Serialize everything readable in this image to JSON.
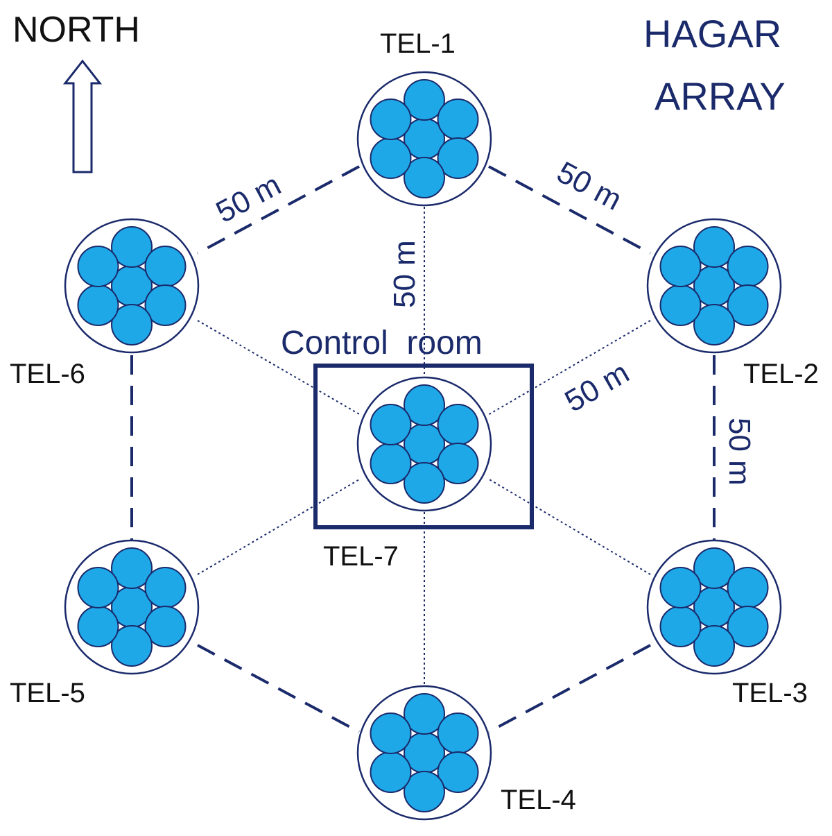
{
  "title": {
    "line1": "HAGAR",
    "line2": "ARRAY"
  },
  "north": {
    "label": "NORTH"
  },
  "control_room": {
    "label": "Control  room"
  },
  "telescopes": [
    {
      "id": "tel-1",
      "label": "TEL-1"
    },
    {
      "id": "tel-2",
      "label": "TEL-2"
    },
    {
      "id": "tel-3",
      "label": "TEL-3"
    },
    {
      "id": "tel-4",
      "label": "TEL-4"
    },
    {
      "id": "tel-5",
      "label": "TEL-5"
    },
    {
      "id": "tel-6",
      "label": "TEL-6"
    },
    {
      "id": "tel-7",
      "label": "TEL-7"
    }
  ],
  "distances": {
    "tel1_tel6": "50 m",
    "tel1_tel2": "50 m",
    "tel1_tel7": "50 m",
    "tel2_tel7": "50 m",
    "tel2_tel3": "50 m"
  },
  "colors": {
    "mirror_fill": "#1ea8e8",
    "outline": "#1a2a6b",
    "text_dark": "#111111",
    "text_blue": "#1a2a6b"
  }
}
